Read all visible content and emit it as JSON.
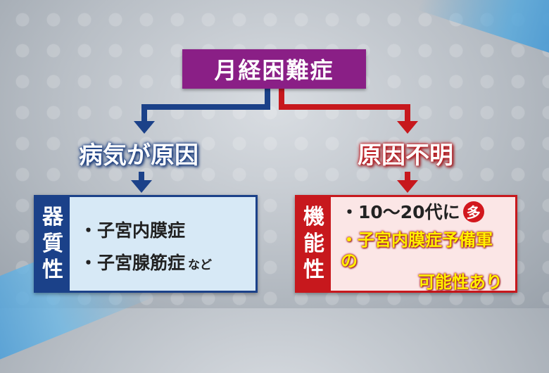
{
  "title": "月経困難症",
  "branches": {
    "left": {
      "label": "病気が原因",
      "tag": [
        "器",
        "質",
        "性"
      ],
      "items": [
        "・子宮内膜症",
        "・子宮腺筋症"
      ],
      "items_suffix": "など",
      "color": "#1b4189"
    },
    "right": {
      "label": "原因不明",
      "tag": [
        "機",
        "能",
        "性"
      ],
      "item1": "・10～20代に",
      "badge": "多",
      "highlight_line1": "・子宮内膜症予備軍の",
      "highlight_line2": "可能性あり",
      "color": "#c7181d"
    }
  },
  "colors": {
    "title_bg": "#8a1f86",
    "highlight_text": "#fff100"
  }
}
